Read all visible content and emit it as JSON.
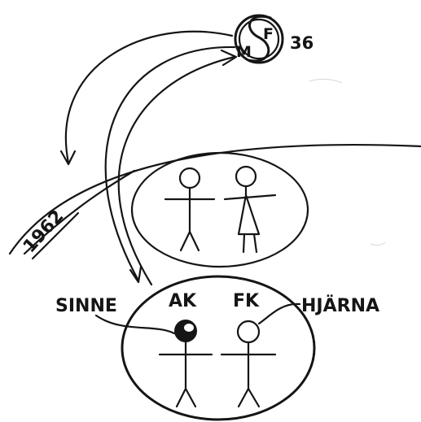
{
  "logo": {
    "letters": [
      "S",
      "F",
      "M"
    ],
    "number": "36"
  },
  "timeline": {
    "year": "1962"
  },
  "labels": {
    "left_sense": "SINNE",
    "ak": "AK",
    "fk": "FK",
    "right_brain": "HJÄRNA"
  },
  "colors": {
    "ink": "#151515",
    "paper": "#ffffff"
  }
}
